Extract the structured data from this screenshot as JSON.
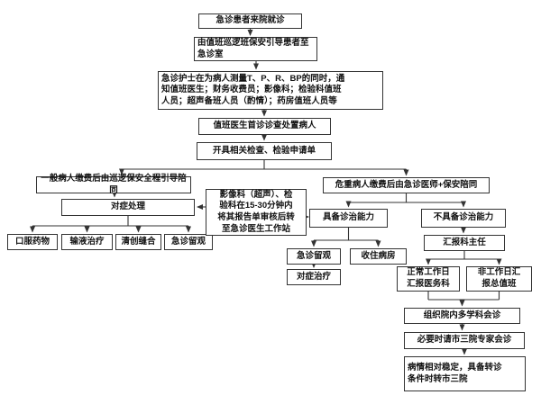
{
  "page": {
    "background": "#ffffff"
  },
  "colors": {
    "box_border": "#333333",
    "text": "#111111",
    "arrow": "#333333",
    "box_fill": "#ffffff"
  },
  "diagram": {
    "type": "flowchart",
    "language": "zh-CN",
    "nodes": {
      "arrive": {
        "text": "急诊患者来院就诊"
      },
      "guide": {
        "text": "由值班巡逻班保安引导患者至\n急诊室"
      },
      "nurse": {
        "text": "急诊护士在为病人测量T、P、R、BP的同时，通\n知值班医生；财务收费员；影像科；检验科值班\n人员；超声备班人员（酌情）；药房值班人员等"
      },
      "firstvisit": {
        "text": "值班医生首诊诊查处置病人"
      },
      "order": {
        "text": "开具相关检查、检验申请单"
      },
      "general": {
        "text": "一般病人缴费后由巡逻保安全程引导陪同"
      },
      "symptomatic": {
        "text": "对症处理"
      },
      "oral": {
        "text": "口服药物"
      },
      "infusion": {
        "text": "输液治疗"
      },
      "debride": {
        "text": "清创缝合"
      },
      "observe1": {
        "text": "急诊留观"
      },
      "report": {
        "text": "影像科（超声）、检\n验科在15-30分钟内\n将其报告单审核后转\n至急诊医生工作站"
      },
      "critical": {
        "text": "危重病人缴费后由急诊医师+保安陪同"
      },
      "capable": {
        "text": "具备诊治能力"
      },
      "incapable": {
        "text": "不具备诊治能力"
      },
      "director": {
        "text": "汇报科主任"
      },
      "observe2": {
        "text": "急诊留观"
      },
      "ward": {
        "text": "收住病房"
      },
      "treat": {
        "text": "对症治疗"
      },
      "workday": {
        "text": "正常工作日\n汇报医务科"
      },
      "nonworkday": {
        "text": "非工作日汇\n报总值班"
      },
      "mdt": {
        "text": "组织院内多学科会诊"
      },
      "expert": {
        "text": "必要时请市三院专家会诊"
      },
      "transfer": {
        "text": "病情相对稳定，具备转诊\n条件时转市三院"
      }
    },
    "edges": [
      {
        "from": "arrive",
        "to": "guide"
      },
      {
        "from": "guide",
        "to": "nurse"
      },
      {
        "from": "nurse",
        "to": "firstvisit"
      },
      {
        "from": "firstvisit",
        "to": "order"
      },
      {
        "from": "order",
        "to": "general"
      },
      {
        "from": "order",
        "to": "critical"
      },
      {
        "from": "general",
        "to": "symptomatic"
      },
      {
        "from": "report",
        "to": "symptomatic"
      },
      {
        "from": "report",
        "to": "capable"
      },
      {
        "from": "symptomatic",
        "to": "oral"
      },
      {
        "from": "symptomatic",
        "to": "infusion"
      },
      {
        "from": "symptomatic",
        "to": "debride"
      },
      {
        "from": "symptomatic",
        "to": "observe1"
      },
      {
        "from": "critical",
        "to": "capable"
      },
      {
        "from": "critical",
        "to": "incapable"
      },
      {
        "from": "capable",
        "to": "observe2"
      },
      {
        "from": "capable",
        "to": "ward"
      },
      {
        "from": "observe2",
        "to": "treat"
      },
      {
        "from": "incapable",
        "to": "director"
      },
      {
        "from": "director",
        "to": "workday"
      },
      {
        "from": "director",
        "to": "nonworkday"
      },
      {
        "from": "workday",
        "to": "mdt"
      },
      {
        "from": "nonworkday",
        "to": "mdt"
      },
      {
        "from": "mdt",
        "to": "expert"
      },
      {
        "from": "expert",
        "to": "transfer"
      }
    ]
  }
}
